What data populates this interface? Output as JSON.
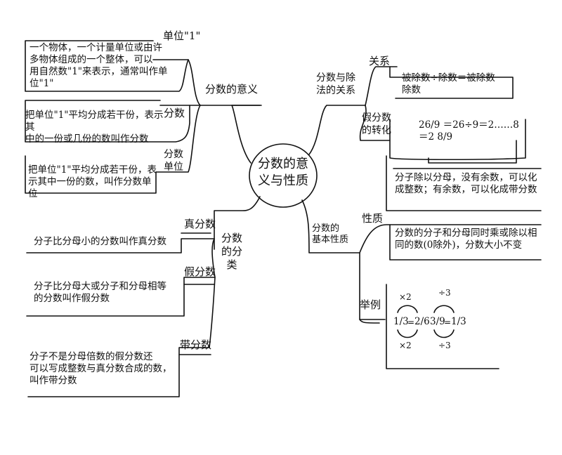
{
  "center": "分数的意\n义与性质",
  "left": {
    "meaning": {
      "label": "分数的意义",
      "unit_one": {
        "label": "单位\"1\"",
        "text": "一个物体，一个计量单位或由许\n多物体组成的一个整体，可以\n用自然数\"1\"来表示，通常叫作单位\"1\""
      },
      "fraction": {
        "label": "分数",
        "text": "把单位\"1\"平均分成若干份，表示其\n中的一份或几份的数叫作分数"
      },
      "fraction_unit": {
        "label": "分数\n单位",
        "text": "把单位\"1\"平均分成若干份，表\n示其中一份的数，叫作分数单位"
      }
    },
    "classification": {
      "label": "分数\n的分\n类",
      "proper": {
        "label": "真分数",
        "text": "分子比分母小的分数叫作真分数"
      },
      "improper": {
        "label": "假分数",
        "text": "分子比分母大或分子和分母相等\n的分数叫作假分数"
      },
      "mixed": {
        "label": "带分数",
        "text": "分子不是分母倍数的假分数还\n可以写成整数与真分数合成的数，\n叫作带分数"
      }
    }
  },
  "right": {
    "relation": {
      "label": "分数与除\n法的关系",
      "relation_node": {
        "label": "关系",
        "text": "被除数÷除数＝被除数\n除数"
      },
      "conversion": {
        "label": "假分数\n的转化",
        "equation": "26/9 ＝26÷9＝2……8＝2 8/9",
        "rule": "分子除以分母，没有余数，可以化\n成整数；有余数，可以化成带分数"
      }
    },
    "property": {
      "label": "分数的\n基本性质",
      "nature": {
        "label": "性质",
        "text": "分数的分子和分母同时乘或除以相\n同的数(0除外)，分数大小不变"
      },
      "example": {
        "label": "举例",
        "ex1": {
          "top": "×2",
          "fraction_a": "1/3",
          "fraction_b": "2/6",
          "bottom": "×2"
        },
        "ex2": {
          "top": "÷3",
          "fraction_a": "3/9",
          "fraction_b": "1/3",
          "bottom": "÷3"
        }
      }
    }
  }
}
